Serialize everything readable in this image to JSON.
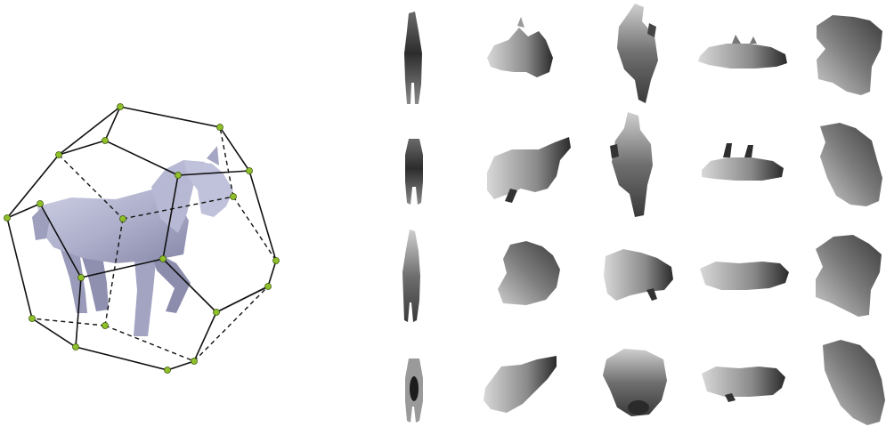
{
  "colors": {
    "background": "#ffffff",
    "horse_light": "#c4c5dc",
    "horse_mid": "#a7a8c6",
    "horse_dark": "#8b8cab",
    "edge": "#111111",
    "vertex": "#8fbf2a",
    "depth_light": "#d2d2d2",
    "depth_mid": "#8a8a8a",
    "depth_dark": "#2e2e2e"
  },
  "figure": {
    "model_icon": "horse-3d-model",
    "cage_icon": "dodecahedron-camera-cage",
    "vertex_icon": "viewpoint-vertex"
  },
  "depth_grid": {
    "rows": 4,
    "cols": 5,
    "icon": "horse-depth-silhouette"
  }
}
